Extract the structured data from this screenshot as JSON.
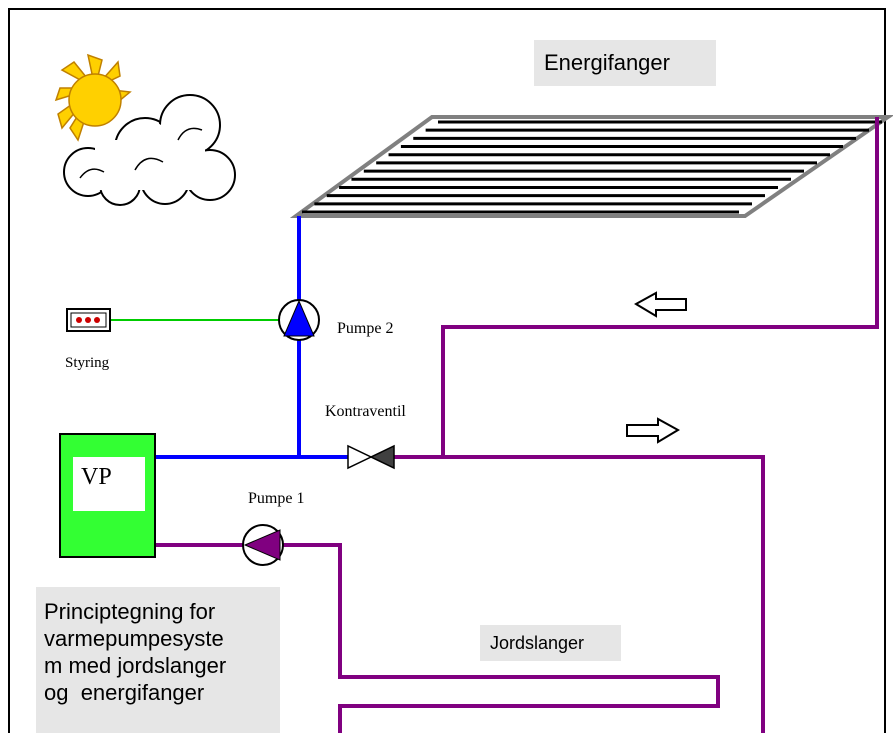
{
  "title": "Energifanger",
  "ground_loop_label": "Jordslanger",
  "caption_lines": [
    "Principtegning for",
    "varmepumpesyste",
    "m med jordslanger",
    "og  energifanger"
  ],
  "components": {
    "heat_pump": "VP",
    "pump_1": "Pumpe 1",
    "pump_2": "Pumpe 2",
    "controller": "Styring",
    "check_valve": "Kontraventil"
  },
  "colors": {
    "frame": "#000000",
    "collector_pipe": "#0000ff",
    "ground_pipe": "#800080",
    "control_wire": "#00cc00",
    "heat_pump_body": "#33ff33",
    "sun": "#ffd000",
    "label_background": "#e6e6e6"
  },
  "icons": {
    "weather": "sun-behind-cloud-icon",
    "flow_direction": "arrow-outline-icon"
  }
}
